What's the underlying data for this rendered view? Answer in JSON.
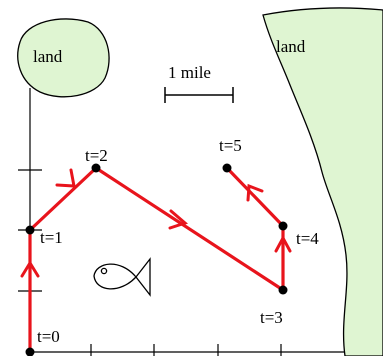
{
  "labels": {
    "land_left": "land",
    "land_right": "land",
    "scale": "1 mile"
  },
  "path": {
    "points": [
      {
        "label": "t=0"
      },
      {
        "label": "t=1"
      },
      {
        "label": "t=2"
      },
      {
        "label": "t=3"
      },
      {
        "label": "t=4"
      },
      {
        "label": "t=5"
      }
    ]
  },
  "colors": {
    "land_fill": "#dff5d2",
    "path": "#e8141c",
    "ink": "#000000"
  },
  "icons": [
    "fish-icon"
  ]
}
